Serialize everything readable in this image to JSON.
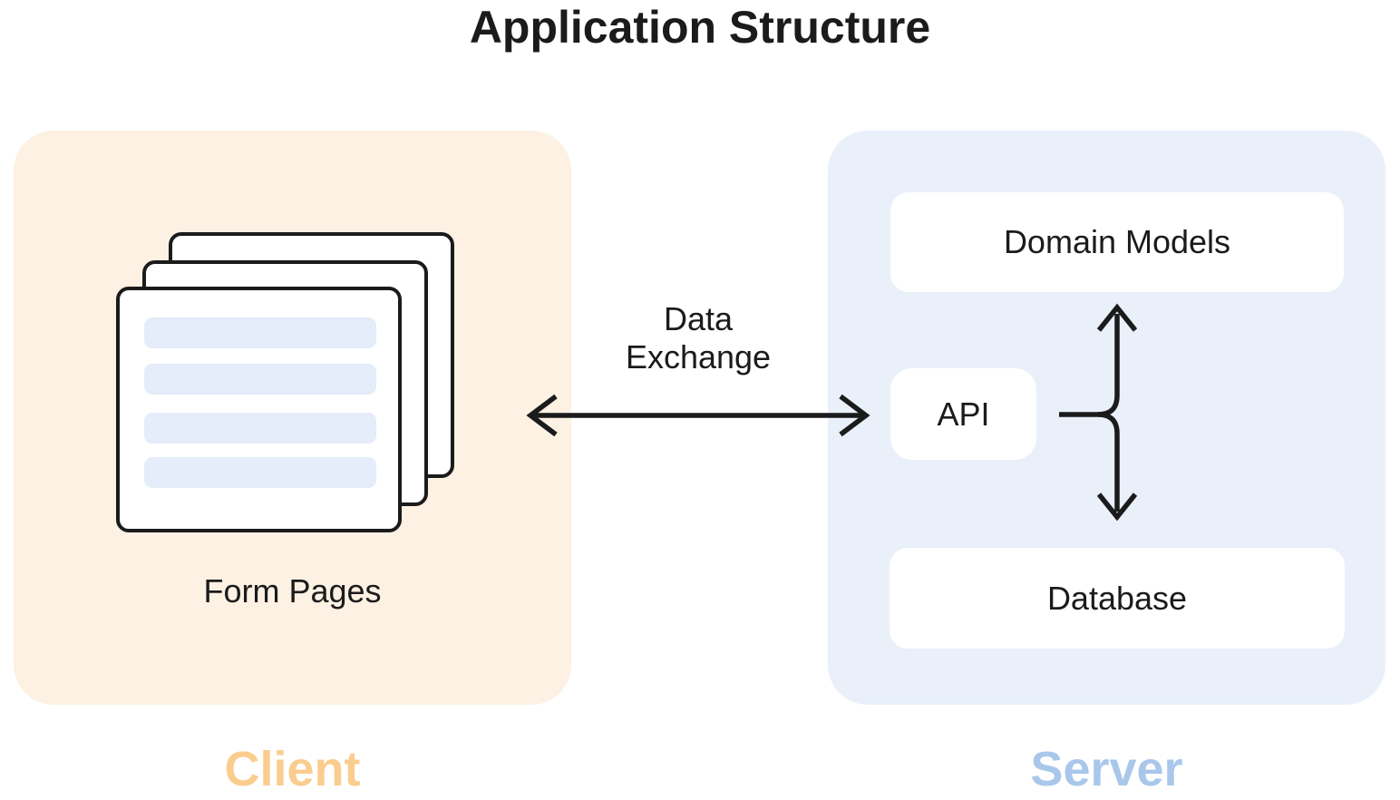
{
  "title": "Application Structure",
  "colors": {
    "ink": "#1b1b1b",
    "client_bg": "#fcf1e3",
    "server_bg": "#e9f0fa",
    "form_field_bar": "#e4edf9",
    "client_label": "#facd8e",
    "server_label": "#a9c7eb"
  },
  "client_group": {
    "caption": "Client",
    "node_label": "Form Pages",
    "icon": "form-pages-stack-icon",
    "form_field_bar_count": 4
  },
  "server_group": {
    "caption": "Server",
    "nodes": [
      "Domain Models",
      "API",
      "Database"
    ]
  },
  "arrows": {
    "data_exchange_label": "Data Exchange"
  }
}
